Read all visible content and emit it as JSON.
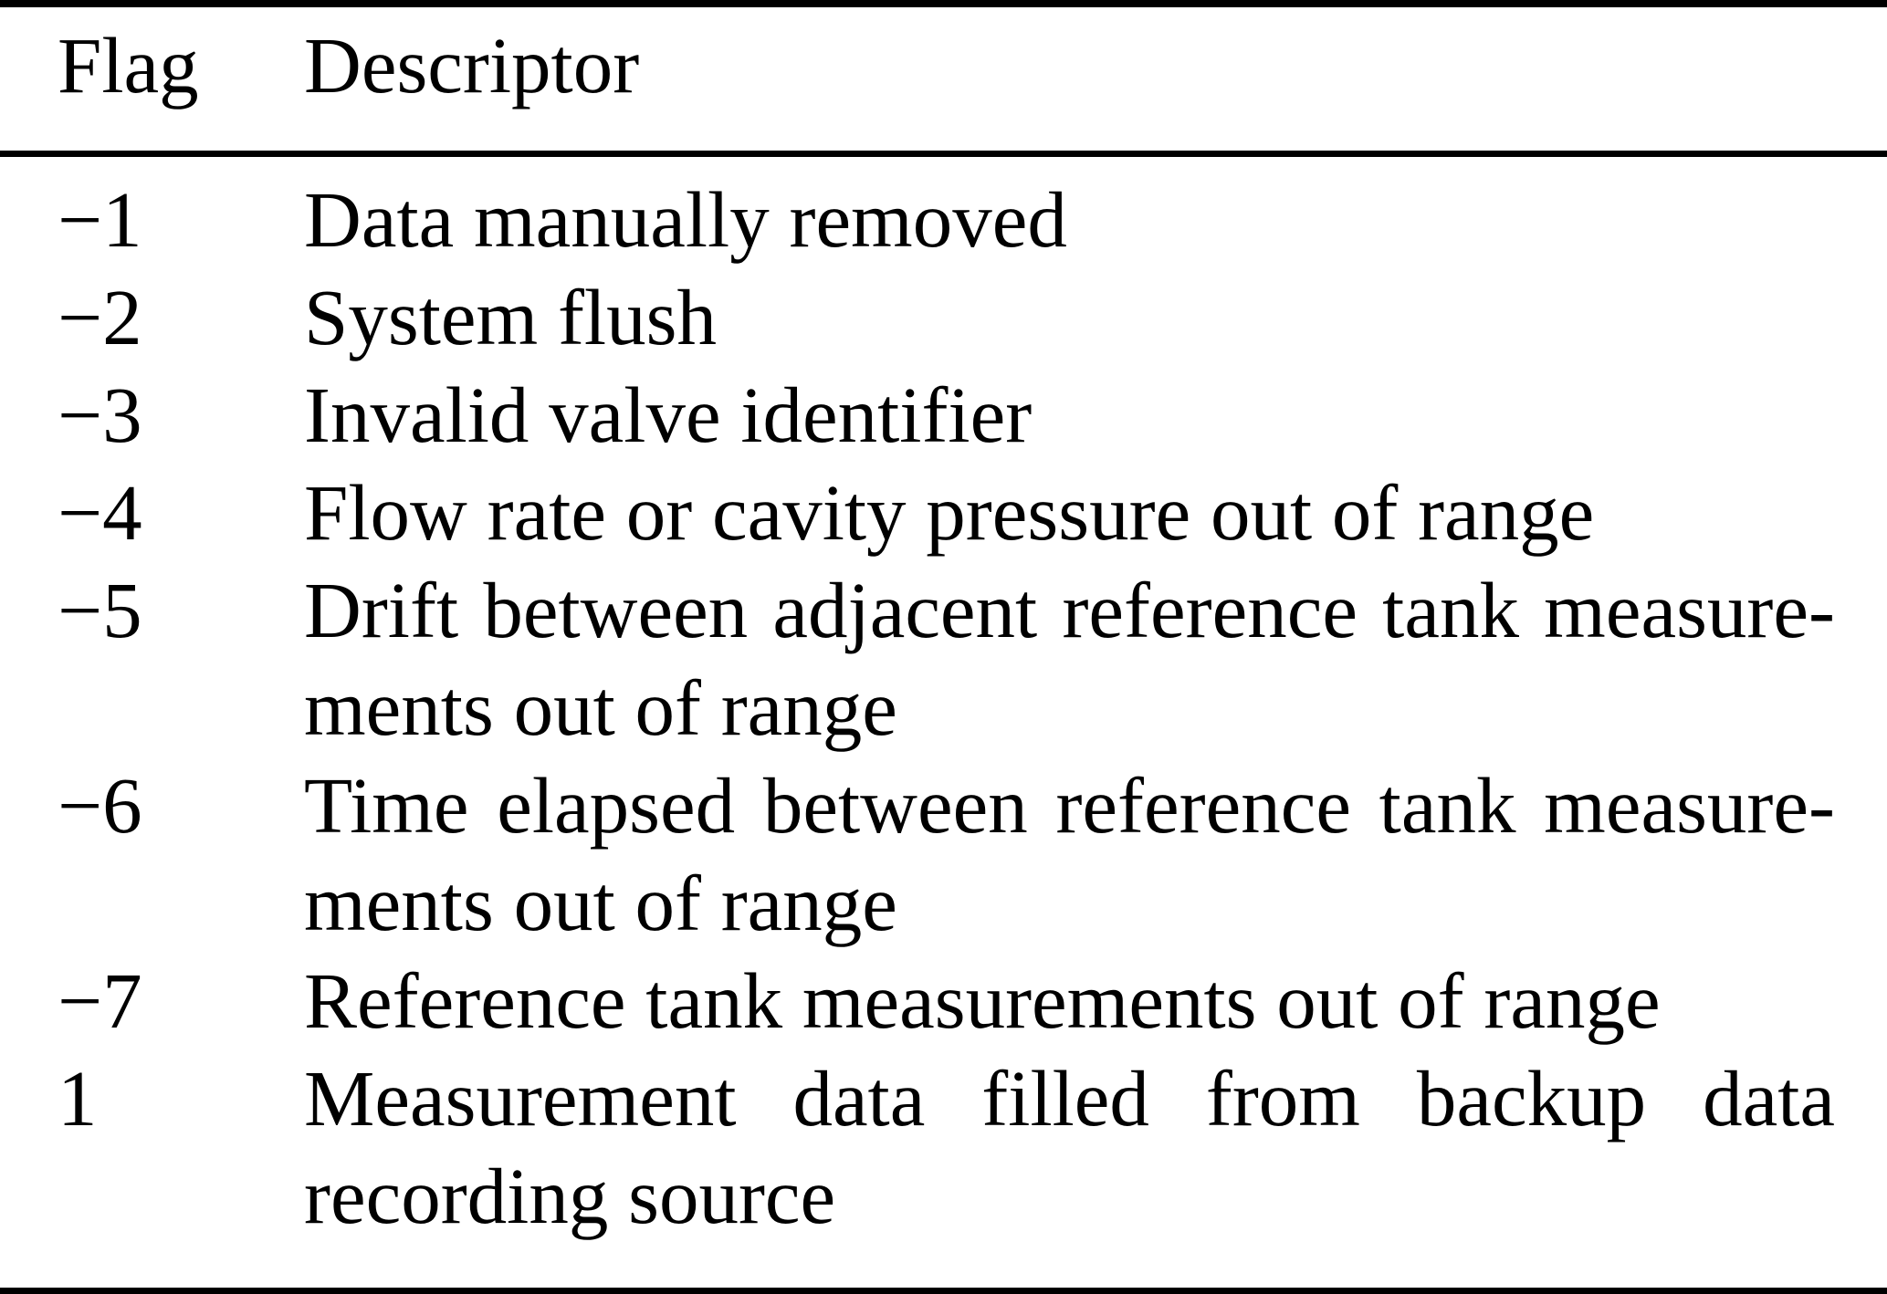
{
  "page": {
    "background": "#ffffff",
    "text_color": "#000000",
    "rule_color": "#000000"
  },
  "table": {
    "columns": [
      "Flag",
      "Descriptor"
    ],
    "rows": [
      {
        "flag": "−1",
        "descriptor_lines": [
          "Data manually removed"
        ]
      },
      {
        "flag": "−2",
        "descriptor_lines": [
          "System flush"
        ]
      },
      {
        "flag": "−3",
        "descriptor_lines": [
          "Invalid valve identifier"
        ]
      },
      {
        "flag": "−4",
        "descriptor_lines": [
          "Flow rate or cavity pressure out of range"
        ]
      },
      {
        "flag": "−5",
        "descriptor_lines": [
          "Drift between adjacent reference tank measure-",
          "ments out of range"
        ]
      },
      {
        "flag": "−6",
        "descriptor_lines": [
          "Time elapsed between reference tank measure-",
          "ments out of range"
        ]
      },
      {
        "flag": "−7",
        "descriptor_lines": [
          "Reference tank measurements out of range"
        ]
      },
      {
        "flag": "1",
        "descriptor_lines": [
          "Measurement data filled from backup data",
          "recording source"
        ]
      }
    ]
  }
}
